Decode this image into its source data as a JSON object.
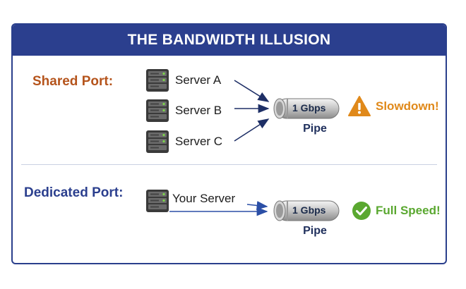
{
  "title": "THE BANDWIDTH ILLUSION",
  "shared": {
    "label": "Shared Port:",
    "servers": [
      "Server A",
      "Server B",
      "Server C"
    ],
    "pipe_bandwidth": "1 Gbps",
    "pipe_caption": "Pipe",
    "status": "Slowdown!"
  },
  "dedicated": {
    "label": "Dedicated Port:",
    "server": "Your Server",
    "pipe_bandwidth": "1 Gbps",
    "pipe_caption": "Pipe",
    "status": "Full Speed!"
  },
  "icons": {
    "server": "server-icon",
    "warning": "warning-icon",
    "check": "check-circle-icon"
  },
  "colors": {
    "header_bg": "#2b3f8e",
    "shared_label": "#b5541c",
    "dedicated_label": "#2b3f8e",
    "warning": "#e0891a",
    "success": "#5aa830",
    "arrow": "#1e2f66"
  }
}
